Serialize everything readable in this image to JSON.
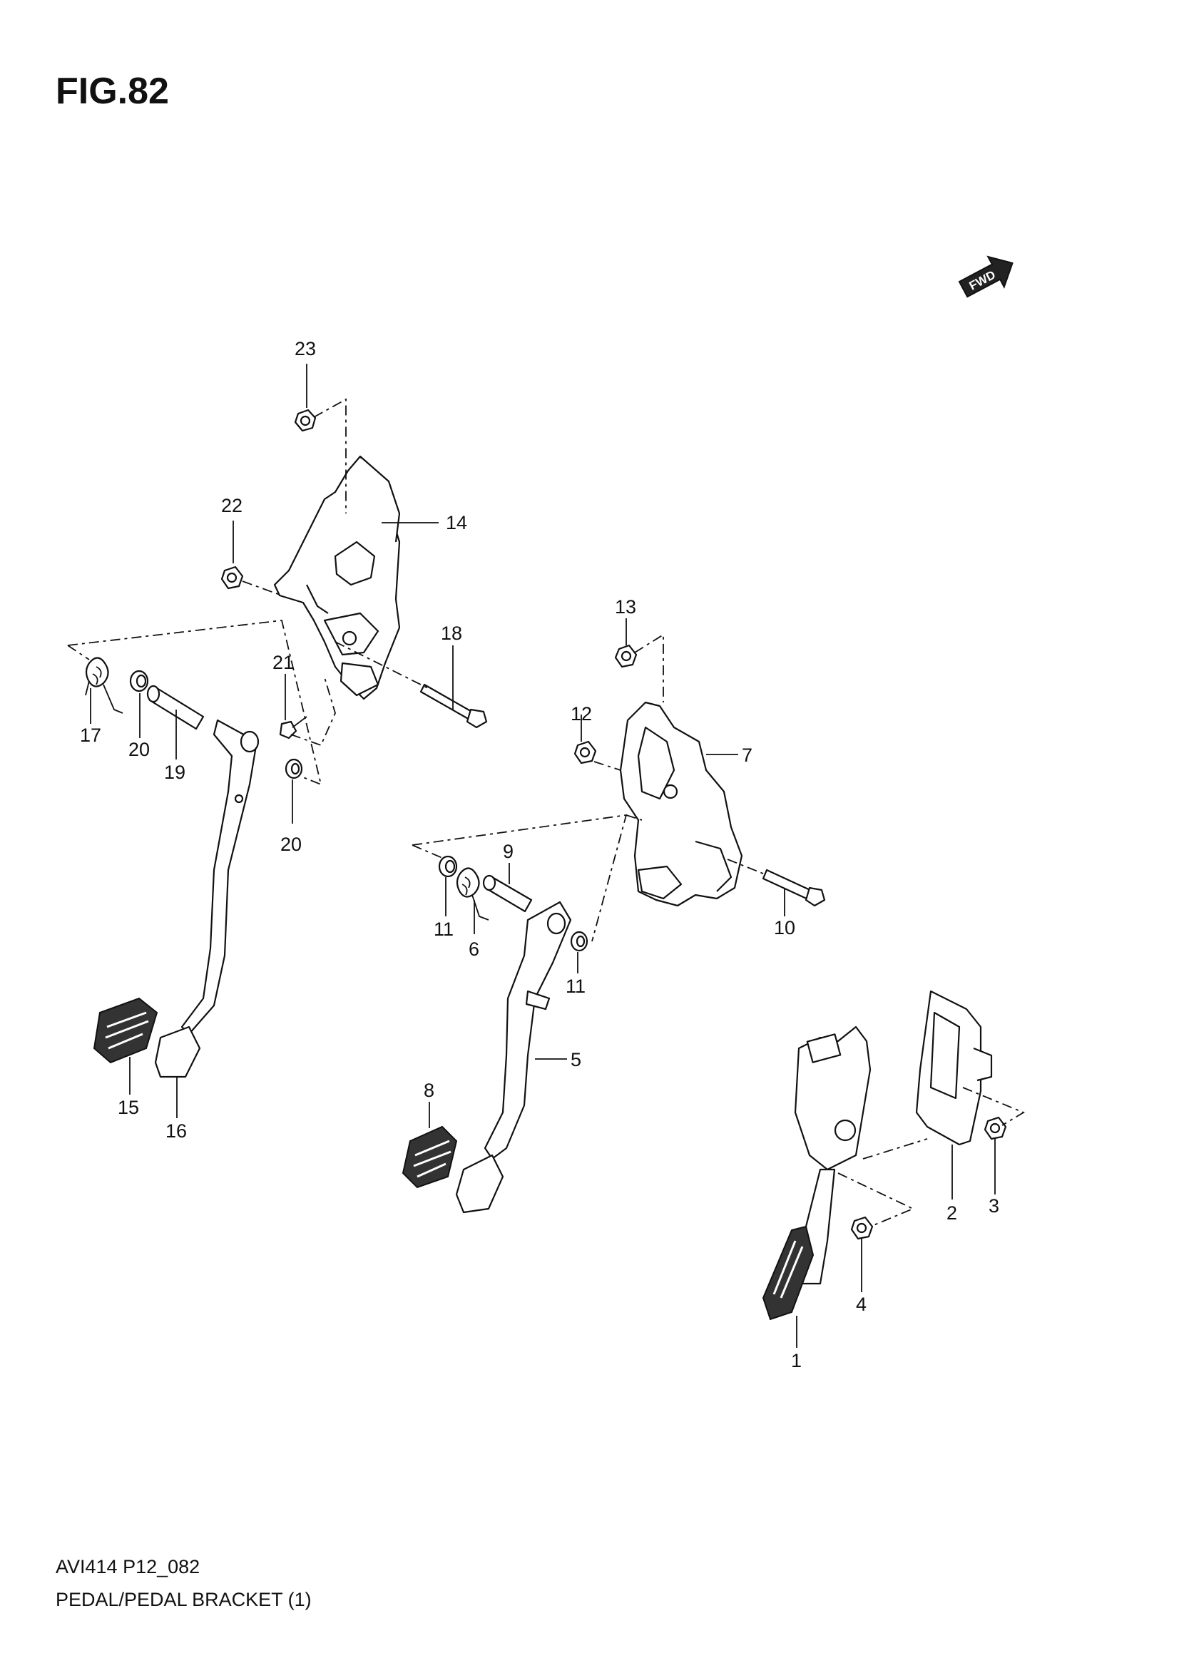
{
  "figure": {
    "title": "FIG.82",
    "code": "AVI414 P12_082",
    "name": "PEDAL/PEDAL BRACKET (1)",
    "fwd_label": "FWD"
  },
  "callouts": {
    "c1": "1",
    "c2": "2",
    "c3": "3",
    "c4": "4",
    "c5": "5",
    "c6": "6",
    "c7": "7",
    "c8": "8",
    "c9": "9",
    "c10": "10",
    "c11a": "11",
    "c11b": "11",
    "c12": "12",
    "c13": "13",
    "c14": "14",
    "c15": "15",
    "c16": "16",
    "c17": "17",
    "c18": "18",
    "c19": "19",
    "c20a": "20",
    "c20b": "20",
    "c21": "21",
    "c22": "22",
    "c23": "23"
  }
}
